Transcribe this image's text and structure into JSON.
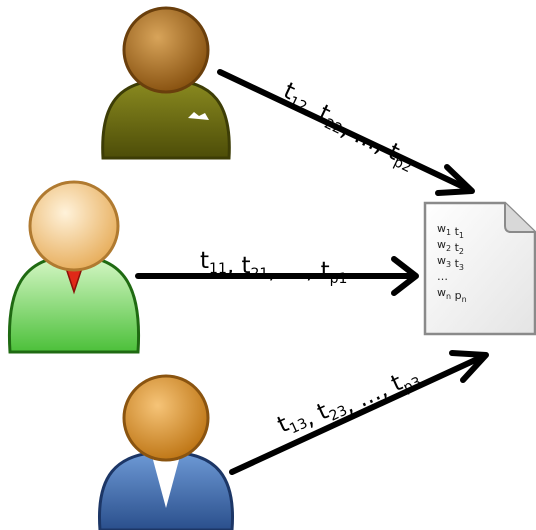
{
  "arrows": [
    {
      "id": "top",
      "label": [
        {
          "t": "t",
          "s": "12"
        },
        {
          "t": ", t",
          "s": "22"
        },
        {
          "t": ", …, t",
          "s": "p2"
        }
      ]
    },
    {
      "id": "middle",
      "label": [
        {
          "t": "t",
          "s": "11"
        },
        {
          "t": ", t",
          "s": "21"
        },
        {
          "t": ", …, t",
          "s": "p1"
        }
      ]
    },
    {
      "id": "bottom",
      "label": [
        {
          "t": "t",
          "s": "13"
        },
        {
          "t": ", t",
          "s": "23"
        },
        {
          "t": ", …, t",
          "s": "p3"
        }
      ]
    }
  ],
  "document": {
    "lines": [
      [
        {
          "t": "w",
          "s": "1"
        },
        {
          "t": " t",
          "s": "1"
        }
      ],
      [
        {
          "t": "w",
          "s": "2"
        },
        {
          "t": " t",
          "s": "2"
        }
      ],
      [
        {
          "t": "w",
          "s": "3"
        },
        {
          "t": " t",
          "s": "3"
        }
      ],
      [
        {
          "t": "…",
          "s": ""
        }
      ],
      [
        {
          "t": "w",
          "s": "n"
        },
        {
          "t": " p",
          "s": "n"
        }
      ]
    ]
  },
  "colors": {
    "olive_body": "#6b6b10",
    "olive_head": "#b07a2a",
    "green_body": "#7fd86a",
    "green_head": "#f2c98a",
    "blue_body": "#3f6db0",
    "blue_head": "#e0a040"
  }
}
